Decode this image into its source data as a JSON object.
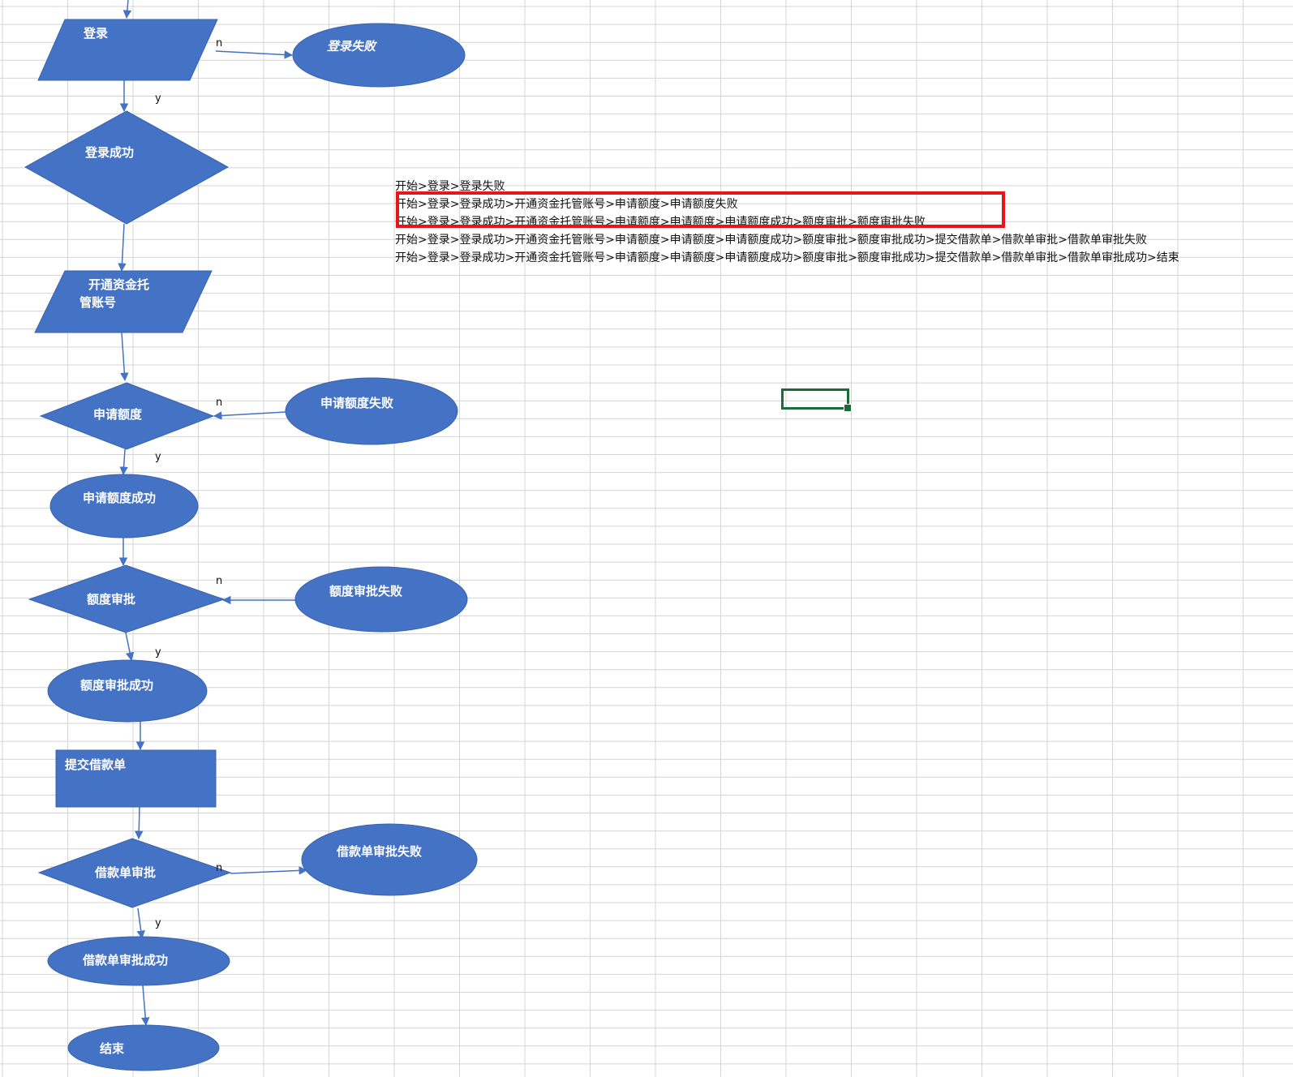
{
  "colors": {
    "shape_fill": "#4472c4",
    "shape_text": "#ffffff",
    "connector": "#4472c4",
    "grid_line": "#d4d4d4",
    "highlight_border": "#e8141c",
    "selection_border": "#1e6b3a"
  },
  "flowchart": {
    "nodes": {
      "login": "登录",
      "login_fail": "登录失败",
      "login_success": "登录成功",
      "open_account_line1": "开通资金托",
      "open_account_line2": "管账号",
      "apply_quota": "申请额度",
      "apply_quota_fail": "申请额度失败",
      "apply_quota_success": "申请额度成功",
      "quota_review": "额度审批",
      "quota_review_fail": "额度审批失败",
      "quota_review_success": "额度审批成功",
      "submit_loan": "提交借款单",
      "loan_review": "借款单审批",
      "loan_review_fail": "借款单审批失败",
      "loan_review_success": "借款单审批成功",
      "end": "结束"
    },
    "edge_labels": {
      "no": "n",
      "yes": "y"
    }
  },
  "paths": [
    "开始>登录>登录失败",
    "开始>登录>登录成功>开通资金托管账号>申请额度>申请额度失败",
    "开始>登录>登录成功>开通资金托管账号>申请额度>申请额度>申请额度成功>额度审批>额度审批失败",
    "开始>登录>登录成功>开通资金托管账号>申请额度>申请额度>申请额度成功>额度审批>额度审批成功>提交借款单>借款单审批>借款单审批失败",
    "开始>登录>登录成功>开通资金托管账号>申请额度>申请额度>申请额度成功>额度审批>额度审批成功>提交借款单>借款单审批>借款单审批成功>结束"
  ]
}
